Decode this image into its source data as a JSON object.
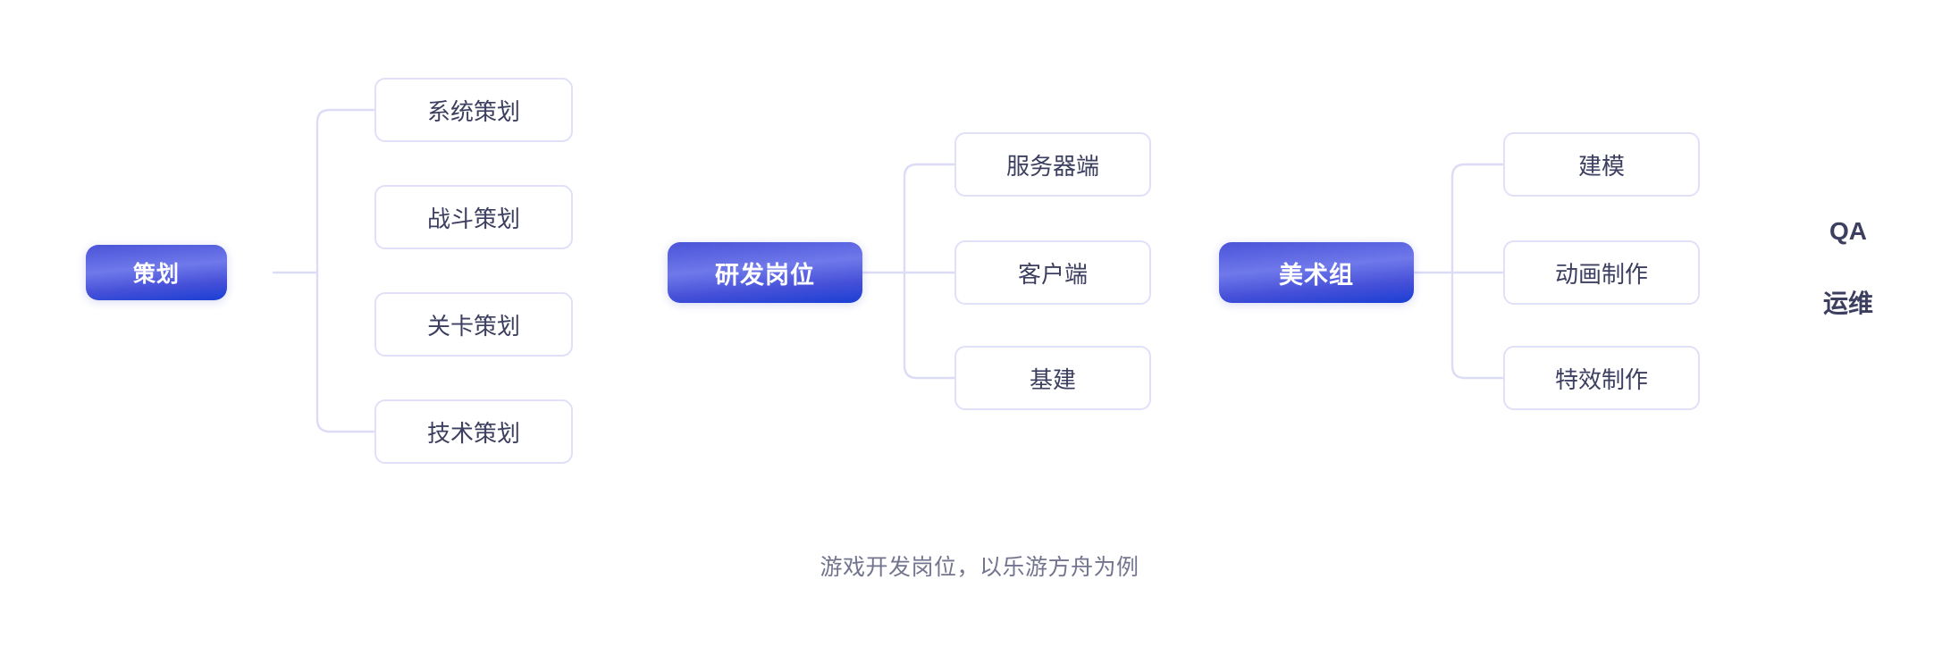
{
  "caption": "游戏开发岗位，以乐游方舟为例",
  "colors": {
    "root_gradient_top": "#5a63e0",
    "root_gradient_mid": "#6f79ea",
    "root_gradient_bottom": "#1a3fd4",
    "leaf_border": "#e0e0f8",
    "connector": "#dcdcf6",
    "text_dark": "#3d3f60",
    "caption_text": "#73758f",
    "root_text": "#ffffff",
    "background": "#ffffff"
  },
  "groups": [
    {
      "id": "planning",
      "root": {
        "label": "策划"
      },
      "leaves": [
        {
          "label": "系统策划"
        },
        {
          "label": "战斗策划"
        },
        {
          "label": "关卡策划"
        },
        {
          "label": "技术策划"
        }
      ]
    },
    {
      "id": "rnd",
      "root": {
        "label": "研发岗位"
      },
      "leaves": [
        {
          "label": "服务器端"
        },
        {
          "label": "客户端"
        },
        {
          "label": "基建"
        }
      ]
    },
    {
      "id": "art",
      "root": {
        "label": "美术组"
      },
      "leaves": [
        {
          "label": "建模"
        },
        {
          "label": "动画制作"
        },
        {
          "label": "特效制作"
        }
      ]
    }
  ],
  "plain_labels": [
    {
      "label": "QA"
    },
    {
      "label": "运维"
    }
  ]
}
